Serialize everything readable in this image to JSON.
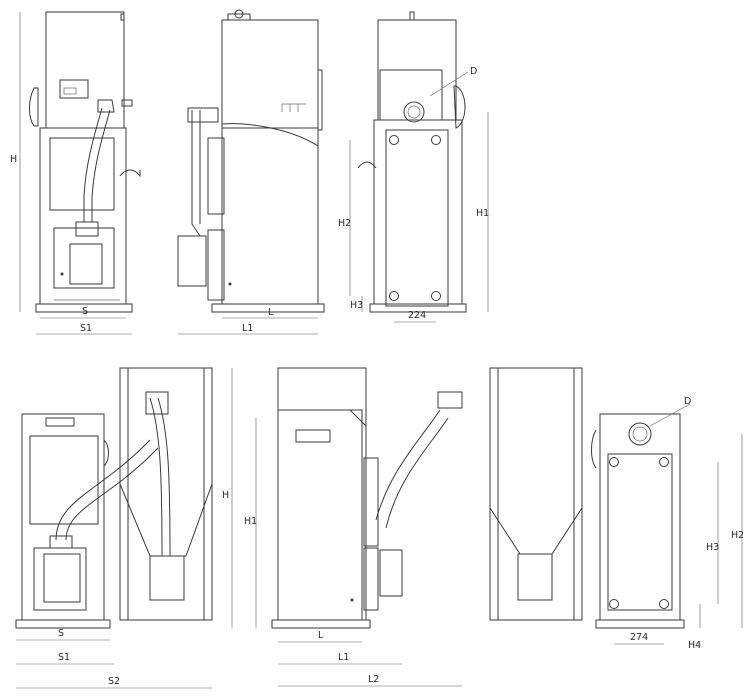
{
  "labels": {
    "H": "H",
    "H1": "H1",
    "H2": "H2",
    "H3": "H3",
    "H4": "H4",
    "S": "S",
    "S1": "S1",
    "S2": "S2",
    "L": "L",
    "L1": "L1",
    "L2": "L2",
    "D": "D",
    "dim_224": "224",
    "dim_274": "274"
  },
  "colors": {
    "line": "#3a3a3a",
    "background": "#ffffff"
  }
}
